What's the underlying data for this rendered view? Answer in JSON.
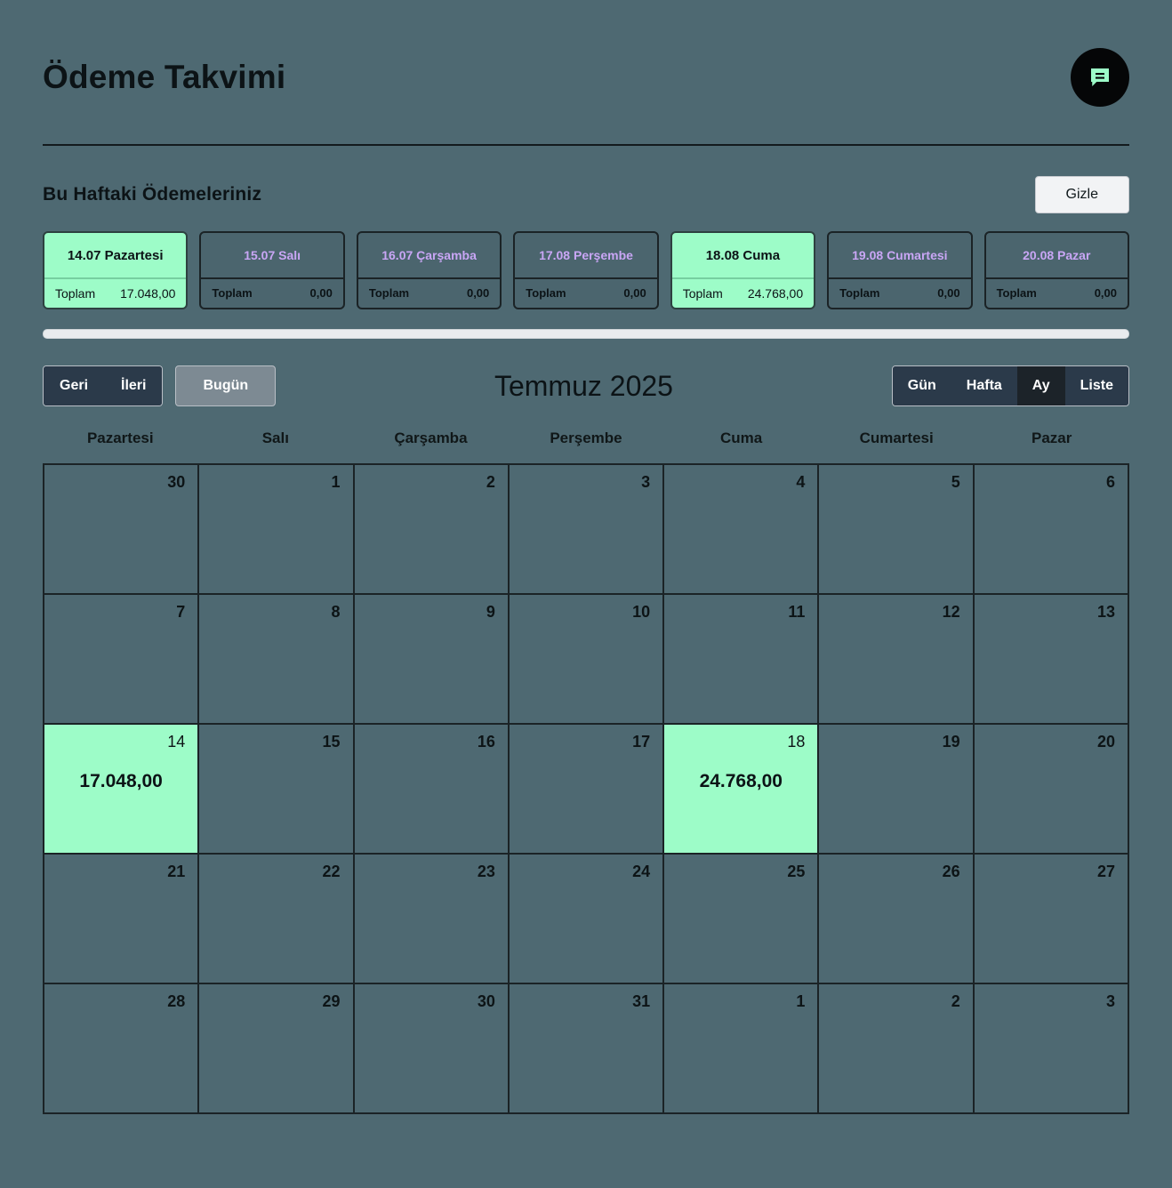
{
  "header": {
    "title": "Ödeme Takvimi",
    "chat_icon": "chat-bubble-icon"
  },
  "week_panel": {
    "title": "Bu Haftaki Ödemeleriniz",
    "hide_label": "Gizle",
    "total_label": "Toplam",
    "cards": [
      {
        "date": "14.07 Pazartesi",
        "total_label": "Toplam",
        "amount": "17.048,00",
        "active": true
      },
      {
        "date": "15.07 Salı",
        "total_label": "Toplam",
        "amount": "0,00",
        "active": false
      },
      {
        "date": "16.07 Çarşamba",
        "total_label": "Toplam",
        "amount": "0,00",
        "active": false
      },
      {
        "date": "17.08 Perşembe",
        "total_label": "Toplam",
        "amount": "0,00",
        "active": false
      },
      {
        "date": "18.08 Cuma",
        "total_label": "Toplam",
        "amount": "24.768,00",
        "active": true
      },
      {
        "date": "19.08 Cumartesi",
        "total_label": "Toplam",
        "amount": "0,00",
        "active": false
      },
      {
        "date": "20.08 Pazar",
        "total_label": "Toplam",
        "amount": "0,00",
        "active": false
      }
    ]
  },
  "toolbar": {
    "back_label": "Geri",
    "next_label": "İleri",
    "today_label": "Bugün",
    "calendar_title": "Temmuz 2025",
    "views": [
      {
        "label": "Gün",
        "active": false
      },
      {
        "label": "Hafta",
        "active": false
      },
      {
        "label": "Ay",
        "active": true
      },
      {
        "label": "Liste",
        "active": false
      }
    ]
  },
  "calendar": {
    "weekdays": [
      "Pazartesi",
      "Salı",
      "Çarşamba",
      "Perşembe",
      "Cuma",
      "Cumartesi",
      "Pazar"
    ],
    "weeks": [
      [
        {
          "day": "30",
          "amount": "",
          "highlight": false
        },
        {
          "day": "1",
          "amount": "",
          "highlight": false
        },
        {
          "day": "2",
          "amount": "",
          "highlight": false
        },
        {
          "day": "3",
          "amount": "",
          "highlight": false
        },
        {
          "day": "4",
          "amount": "",
          "highlight": false
        },
        {
          "day": "5",
          "amount": "",
          "highlight": false
        },
        {
          "day": "6",
          "amount": "",
          "highlight": false
        }
      ],
      [
        {
          "day": "7",
          "amount": "",
          "highlight": false
        },
        {
          "day": "8",
          "amount": "",
          "highlight": false
        },
        {
          "day": "9",
          "amount": "",
          "highlight": false
        },
        {
          "day": "10",
          "amount": "",
          "highlight": false
        },
        {
          "day": "11",
          "amount": "",
          "highlight": false
        },
        {
          "day": "12",
          "amount": "",
          "highlight": false
        },
        {
          "day": "13",
          "amount": "",
          "highlight": false
        }
      ],
      [
        {
          "day": "14",
          "amount": "17.048,00",
          "highlight": true
        },
        {
          "day": "15",
          "amount": "",
          "highlight": false
        },
        {
          "day": "16",
          "amount": "",
          "highlight": false
        },
        {
          "day": "17",
          "amount": "",
          "highlight": false
        },
        {
          "day": "18",
          "amount": "24.768,00",
          "highlight": true
        },
        {
          "day": "19",
          "amount": "",
          "highlight": false
        },
        {
          "day": "20",
          "amount": "",
          "highlight": false
        }
      ],
      [
        {
          "day": "21",
          "amount": "",
          "highlight": false
        },
        {
          "day": "22",
          "amount": "",
          "highlight": false
        },
        {
          "day": "23",
          "amount": "",
          "highlight": false
        },
        {
          "day": "24",
          "amount": "",
          "highlight": false
        },
        {
          "day": "25",
          "amount": "",
          "highlight": false
        },
        {
          "day": "26",
          "amount": "",
          "highlight": false
        },
        {
          "day": "27",
          "amount": "",
          "highlight": false
        }
      ],
      [
        {
          "day": "28",
          "amount": "",
          "highlight": false
        },
        {
          "day": "29",
          "amount": "",
          "highlight": false
        },
        {
          "day": "30",
          "amount": "",
          "highlight": false
        },
        {
          "day": "31",
          "amount": "",
          "highlight": false
        },
        {
          "day": "1",
          "amount": "",
          "highlight": false
        },
        {
          "day": "2",
          "amount": "",
          "highlight": false
        },
        {
          "day": "3",
          "amount": "",
          "highlight": false
        }
      ]
    ]
  },
  "colors": {
    "background": "#4e6972",
    "accent_mint": "#9dfcc8",
    "date_purple": "#c9a6f5",
    "navy": "#2b3a4a",
    "navy_active": "#1c2329"
  }
}
